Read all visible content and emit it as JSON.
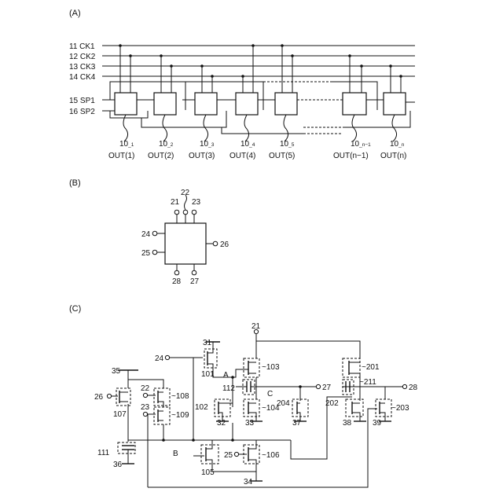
{
  "panels": {
    "a": "(A)",
    "b": "(B)",
    "c": "(C)"
  },
  "panel_a": {
    "clock_lines": [
      "11 CK1",
      "12 CK2",
      "13 CK3",
      "14 CK4"
    ],
    "start_lines": [
      "15 SP1",
      "16 SP2"
    ],
    "stages": [
      {
        "ref": "10",
        "sub": "_1",
        "out": "OUT(1)"
      },
      {
        "ref": "10",
        "sub": "_2",
        "out": "OUT(2)"
      },
      {
        "ref": "10",
        "sub": "_3",
        "out": "OUT(3)"
      },
      {
        "ref": "10",
        "sub": "_4",
        "out": "OUT(4)"
      },
      {
        "ref": "10",
        "sub": "_5",
        "out": "OUT(5)"
      },
      {
        "ref": "10",
        "sub": "_n−1",
        "out": "OUT(n−1)"
      },
      {
        "ref": "10",
        "sub": "_n",
        "out": "OUT(n)"
      }
    ]
  },
  "panel_b": {
    "terminals": {
      "t21": "21",
      "t22": "22",
      "t23": "23",
      "t24": "24",
      "t25": "25",
      "t26": "26",
      "t27": "27",
      "t28": "28"
    }
  },
  "panel_c": {
    "labels": {
      "n21": "21",
      "n24": "24",
      "n31": "31",
      "n101": "101",
      "nA": "A",
      "n103": "~103",
      "n112": "112",
      "nC": "C",
      "n27": "27",
      "n201": "~201",
      "n211": "~211",
      "n28": "28",
      "n35": "35",
      "n26": "26",
      "n107": "107",
      "n22": "22",
      "n108": "~108",
      "n23": "23",
      "n109": "~109",
      "n102": "102",
      "n32": "32",
      "n104": "~104",
      "n33": "33",
      "n204": "204",
      "n37": "37",
      "n202": "202",
      "n38": "38",
      "n203": "~203",
      "n39": "39",
      "n111": "111",
      "n36": "36",
      "nB": "B",
      "n105": "105",
      "n25": "25",
      "n106": "~106",
      "n34": "34"
    }
  }
}
